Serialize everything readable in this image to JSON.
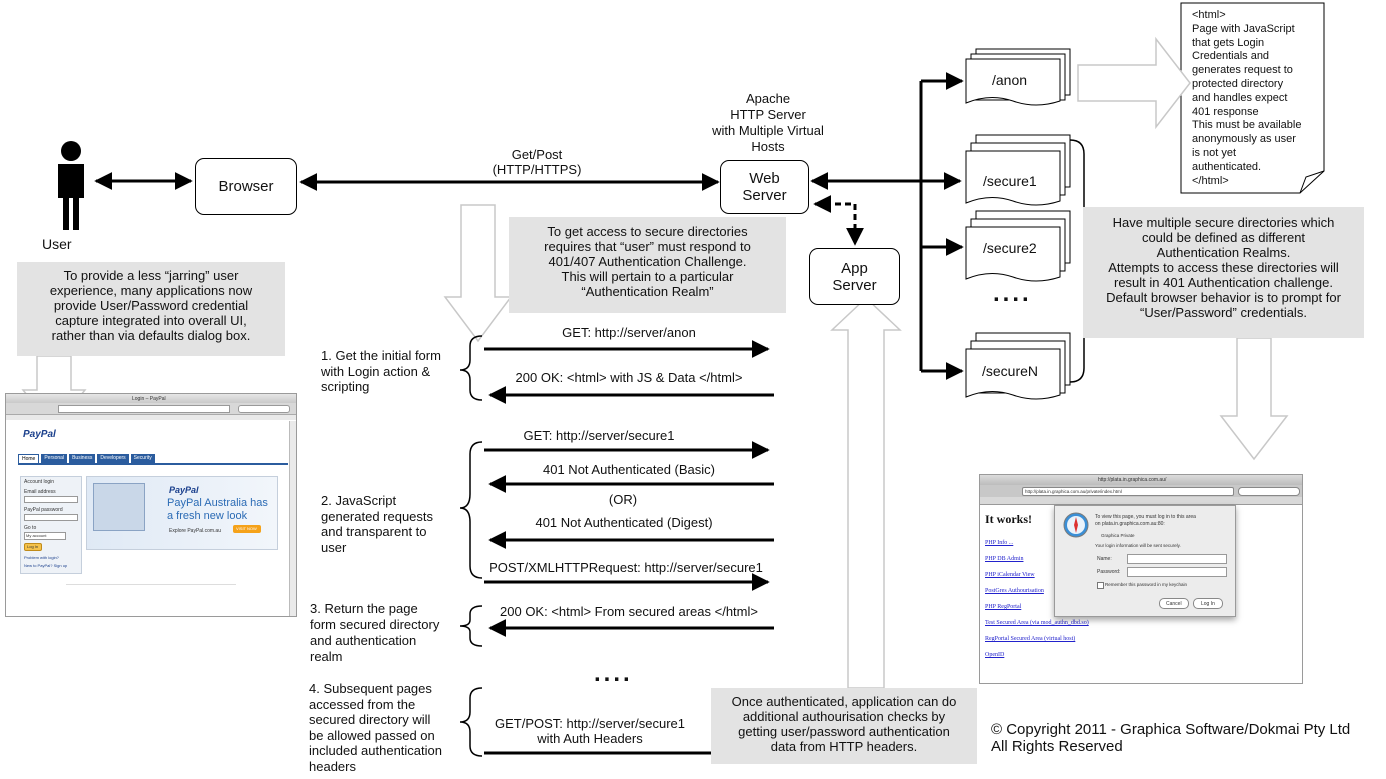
{
  "actors": {
    "user_label": "User"
  },
  "nodes": {
    "browser": "Browser",
    "web_server": "Web\nServer",
    "app_server": "App\nServer",
    "apache_label": "Apache\nHTTP Server\nwith Multiple Virtual\nHosts"
  },
  "directories": {
    "anon": "/anon",
    "secure1": "/secure1",
    "secure2": "/secure2",
    "ellipsis": "....",
    "secureN": "/secureN"
  },
  "links": {
    "getpost": "Get/Post\n(HTTP/HTTPS)"
  },
  "callouts": {
    "html_note": "<html>\nPage with JavaScript\nthat gets Login\nCredentials and\ngenerates request to\nprotected directory\nand handles expect\n401 response\nThis must be available\nanonymously as user\nis not yet\nauthenticated.\n</html>",
    "realms_note": "Have multiple secure directories which\ncould be defined as different\nAuthentication Realms.\nAttempts to access these directories will\nresult in 401 Authentication challenge.\nDefault browser behavior is to prompt for\n“User/Password” credentials.",
    "access_note": "To get access to secure directories\nrequires that “user” must respond to\n401/407 Authentication Challenge.\nThis will pertain to a particular\n“Authentication Realm”",
    "ux_note": "To provide a less “jarring” user\nexperience, many applications now\nprovide User/Password credential\ncapture integrated into overall UI,\nrather than via defaults dialog box.",
    "auth_note": "Once authenticated, application can do\nadditional authourisation checks by\ngetting user/password authentication\ndata from HTTP headers."
  },
  "steps": [
    {
      "label": "1. Get the initial form\nwith Login action &\nscripting"
    },
    {
      "label": "2. JavaScript\ngenerated requests\nand transparent to\nuser"
    },
    {
      "label": "3. Return the page\nform secured directory\nand authentication\nrealm"
    },
    {
      "label": "4. Subsequent pages\naccessed from the\nsecured directory will\nbe allowed passed on\nincluded authentication\nheaders"
    }
  ],
  "messages": [
    {
      "text": "GET: http://server/anon"
    },
    {
      "text": "200 OK: <html> with JS & Data </html>"
    },
    {
      "text": "GET: http://server/secure1"
    },
    {
      "text": "401 Not Authenticated (Basic)"
    },
    {
      "text": "(OR)"
    },
    {
      "text": "401 Not Authenticated (Digest)"
    },
    {
      "text": "POST/XMLHTTPRequest: http://server/secure1"
    },
    {
      "text": "200 OK: <html>  From  secured areas </html>"
    },
    {
      "text": "GET/POST: http://server/secure1\nwith Auth Headers"
    }
  ],
  "ellipsis_mid": "....",
  "copyright": "© Copyright 2011 - Graphica Software/Dokmai Pty Ltd\nAll Rights Reserved",
  "paypal_screenshot": {
    "window_title": "Login – PayPal",
    "brand": "PayPal",
    "tabs": [
      "Home",
      "Personal",
      "Business",
      "Developers",
      "Security"
    ],
    "login_header": "Account login",
    "email_label": "Email address",
    "password_label": "PayPal password",
    "go_to_label": "Go to",
    "select_value": "My account",
    "login_button": "Log In",
    "forgot_link": "Problem with login?",
    "new_link": "New to PayPal? Sign up",
    "banner_brand": "PayPal",
    "banner_headline": "PayPal Australia has\na fresh new look",
    "banner_sub": "Explore PayPal.com.au",
    "banner_button": "VISIT NOW"
  },
  "safari_screenshot": {
    "window_title": "http://plata.in.graphica.com.au/",
    "url": "http://plata.in.graphica.com.au/private/index.html",
    "heading": "It works!",
    "links": [
      "PHP Info ...",
      "PHP DB Admin",
      "PHP iCalendar View",
      "PostGres Authourisation",
      "PHP RegPortal",
      "Test Secured Area (via mod_authn_dbd.so)",
      "RegPortal Secured Area (virtual host)",
      "OpenID"
    ],
    "dialog_text": "To view this page, you must log in to this area\non plata.in.graphica.com.au:80:",
    "dialog_realm": "Graphica Private",
    "dialog_secure": "Your login information will be sent securely.",
    "name_label": "Name:",
    "password_label": "Password:",
    "remember_label": "Remember this password in my keychain",
    "cancel_button": "Cancel",
    "login_button": "Log In"
  }
}
